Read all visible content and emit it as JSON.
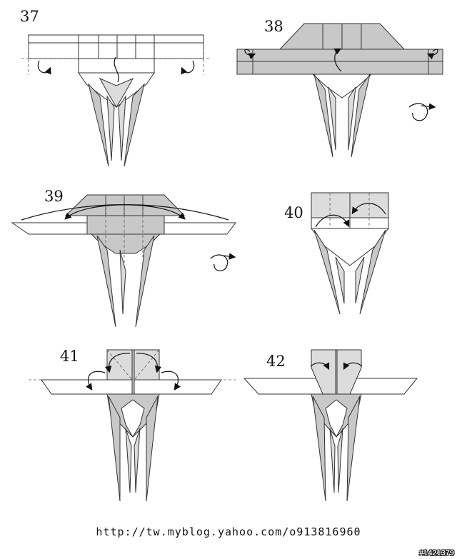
{
  "steps": [
    {
      "number": "37"
    },
    {
      "number": "38"
    },
    {
      "number": "39"
    },
    {
      "number": "40"
    },
    {
      "number": "41"
    },
    {
      "number": "42"
    }
  ],
  "footer": {
    "url": "http://tw.myblog.yahoo.com/o913816960"
  },
  "watermark": {
    "text": "#1421379"
  },
  "colors": {
    "paper_shade": "#c8c8c8",
    "paper_light": "#dcdcdc",
    "line": "#333333"
  }
}
